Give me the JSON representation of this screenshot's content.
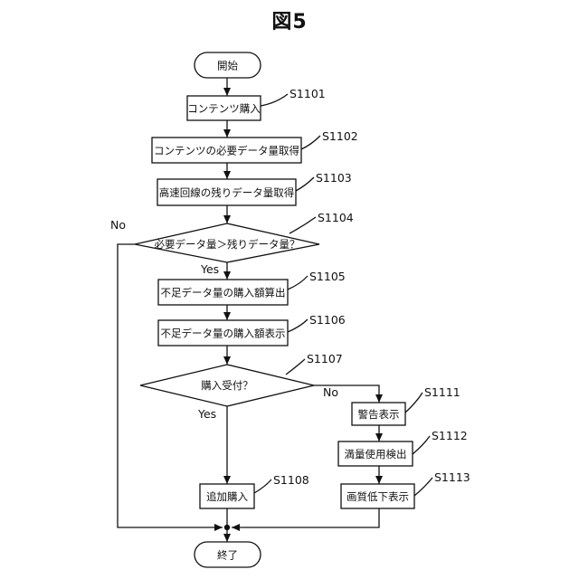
{
  "figure": {
    "title": "図5"
  },
  "nodes": {
    "start": "開始",
    "s1101": {
      "label": "コンテンツ購入",
      "step": "S1101"
    },
    "s1102": {
      "label": "コンテンツの必要データ量取得",
      "step": "S1102"
    },
    "s1103": {
      "label": "高速回線の残りデータ量取得",
      "step": "S1103"
    },
    "s1104": {
      "label": "必要データ量＞残りデータ量？",
      "step": "S1104"
    },
    "s1105": {
      "label": "不足データ量の購入額算出",
      "step": "S1105"
    },
    "s1106": {
      "label": "不足データ量の購入額表示",
      "step": "S1106"
    },
    "s1107": {
      "label": "購入受付？",
      "step": "S1107"
    },
    "s1108": {
      "label": "追加購入",
      "step": "S1108"
    },
    "s1111": {
      "label": "警告表示",
      "step": "S1111"
    },
    "s1112": {
      "label": "満量使用検出",
      "step": "S1112"
    },
    "s1113": {
      "label": "画質低下表示",
      "step": "S1113"
    },
    "end": "終了"
  },
  "branches": {
    "s1104_yes": "Yes",
    "s1104_no": "No",
    "s1107_yes": "Yes",
    "s1107_no": "No"
  }
}
